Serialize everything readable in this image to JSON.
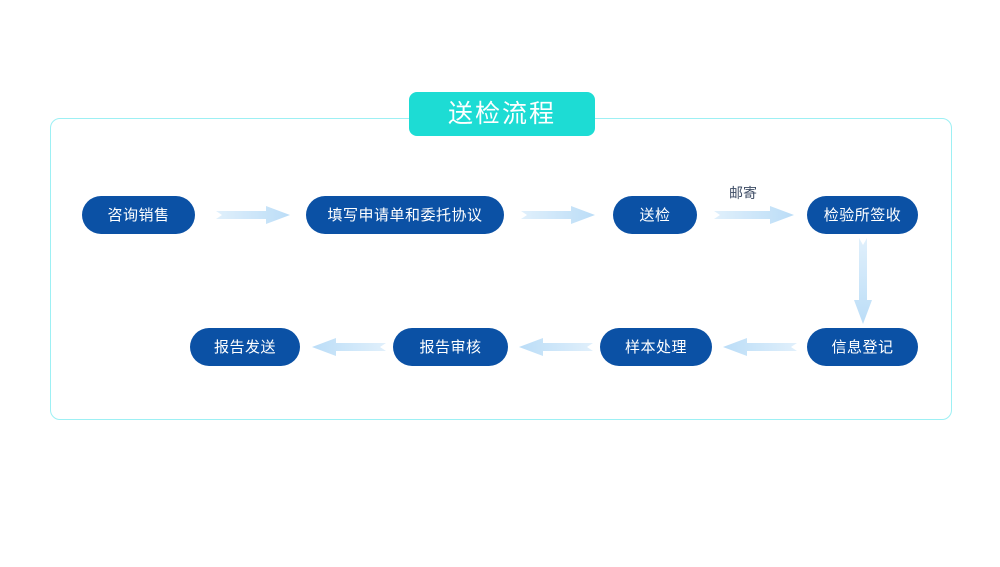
{
  "diagram": {
    "title": "送检流程",
    "frame": {
      "border_color": "#9DF0F4"
    },
    "badge": {
      "background": "#1DDCD4",
      "text_color": "#FFFFFF"
    },
    "node_color": "#0B51A5",
    "arrow_color": "#BBDDF7",
    "nodes": [
      {
        "id": "n1",
        "label": "咨询销售",
        "row": 1,
        "order": 1
      },
      {
        "id": "n2",
        "label": "填写申请单和委托协议",
        "row": 1,
        "order": 2
      },
      {
        "id": "n3",
        "label": "送检",
        "row": 1,
        "order": 3
      },
      {
        "id": "n4",
        "label": "检验所签收",
        "row": 1,
        "order": 4
      },
      {
        "id": "n5",
        "label": "信息登记",
        "row": 2,
        "order": 1
      },
      {
        "id": "n6",
        "label": "样本处理",
        "row": 2,
        "order": 2
      },
      {
        "id": "n7",
        "label": "报告审核",
        "row": 2,
        "order": 3
      },
      {
        "id": "n8",
        "label": "报告发送",
        "row": 2,
        "order": 4
      }
    ],
    "edges": [
      {
        "from": "n1",
        "to": "n2",
        "direction": "right",
        "label": ""
      },
      {
        "from": "n2",
        "to": "n3",
        "direction": "right",
        "label": ""
      },
      {
        "from": "n3",
        "to": "n4",
        "direction": "right",
        "label": "邮寄"
      },
      {
        "from": "n4",
        "to": "n5",
        "direction": "down",
        "label": ""
      },
      {
        "from": "n5",
        "to": "n6",
        "direction": "left",
        "label": ""
      },
      {
        "from": "n6",
        "to": "n7",
        "direction": "left",
        "label": ""
      },
      {
        "from": "n7",
        "to": "n8",
        "direction": "left",
        "label": ""
      }
    ]
  }
}
